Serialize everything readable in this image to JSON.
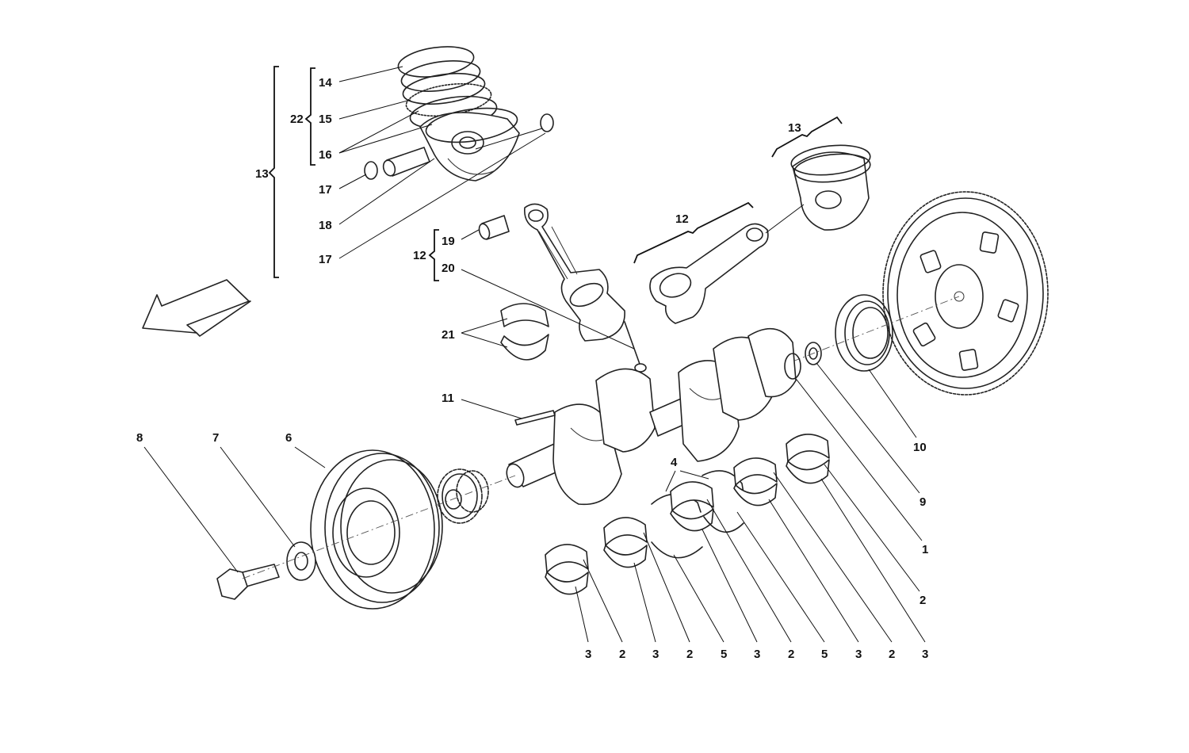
{
  "labels": {
    "l14": "14",
    "l15": "15",
    "l16": "16",
    "l22": "22",
    "l13a": "13",
    "l17a": "17",
    "l18": "18",
    "l17b": "17",
    "l19": "19",
    "l12a": "12",
    "l20": "20",
    "l13b": "13",
    "l12b": "12",
    "l21": "21",
    "l11": "11",
    "l10": "10",
    "l9": "9",
    "l1": "1",
    "l8": "8",
    "l7": "7",
    "l6": "6",
    "l4": "4",
    "r2a": "2",
    "r3a": "3",
    "bottom": [
      "3",
      "2",
      "3",
      "2",
      "5",
      "3",
      "2",
      "5",
      "3",
      "2",
      "3"
    ]
  },
  "icons": {
    "direction_arrow": "front-direction-arrow-icon"
  }
}
